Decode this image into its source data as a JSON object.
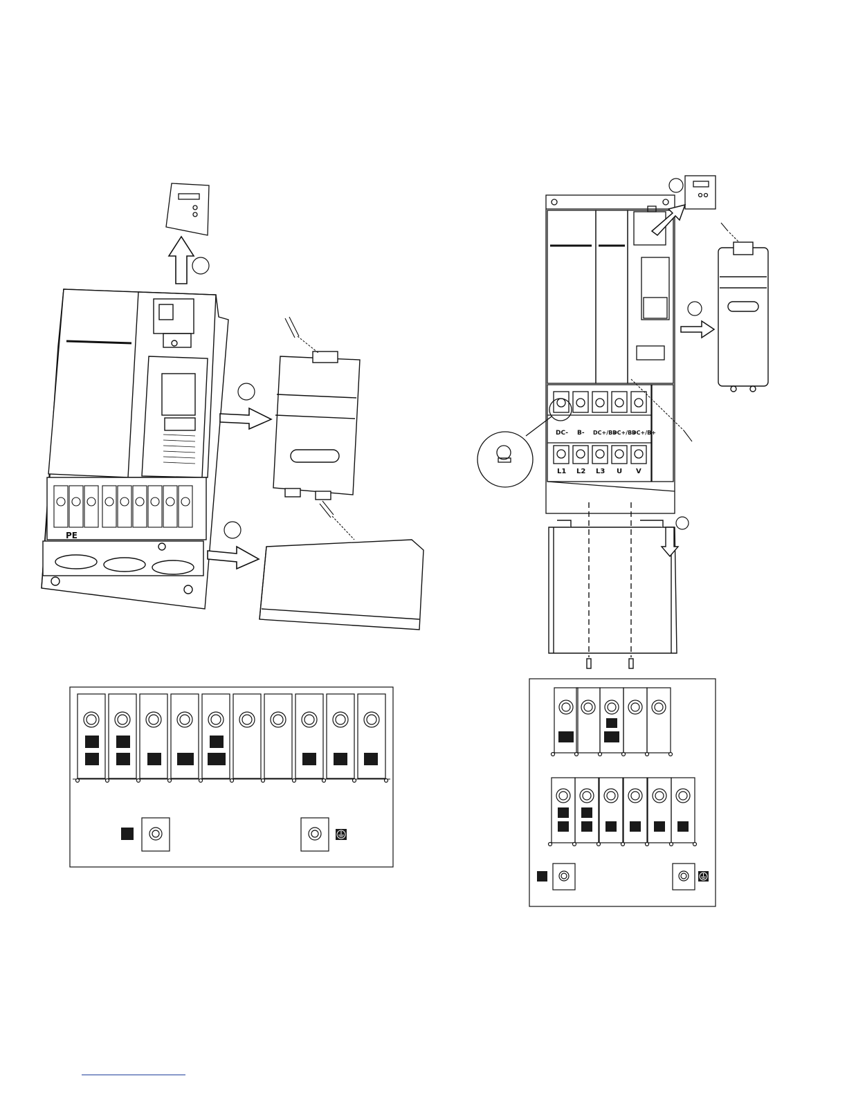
{
  "left_drive": {
    "terminal_label_pe": "PE"
  },
  "right_drive": {
    "upper_terminal_labels": [
      "DC-",
      "B-",
      "DC+/B+",
      "DC+/B+",
      "DC+/B+"
    ],
    "lower_terminal_labels": [
      "L1",
      "L2",
      "L3",
      "U",
      "V"
    ]
  },
  "icons": {
    "ground": "ground-icon",
    "arrow": "arrow-icon",
    "screw": "screw-icon",
    "step_marker": "step-circle-icon"
  },
  "colors": {
    "line": "#111111",
    "label_block": "#1a1a1a",
    "footer_rule": "#1f3f9a"
  }
}
